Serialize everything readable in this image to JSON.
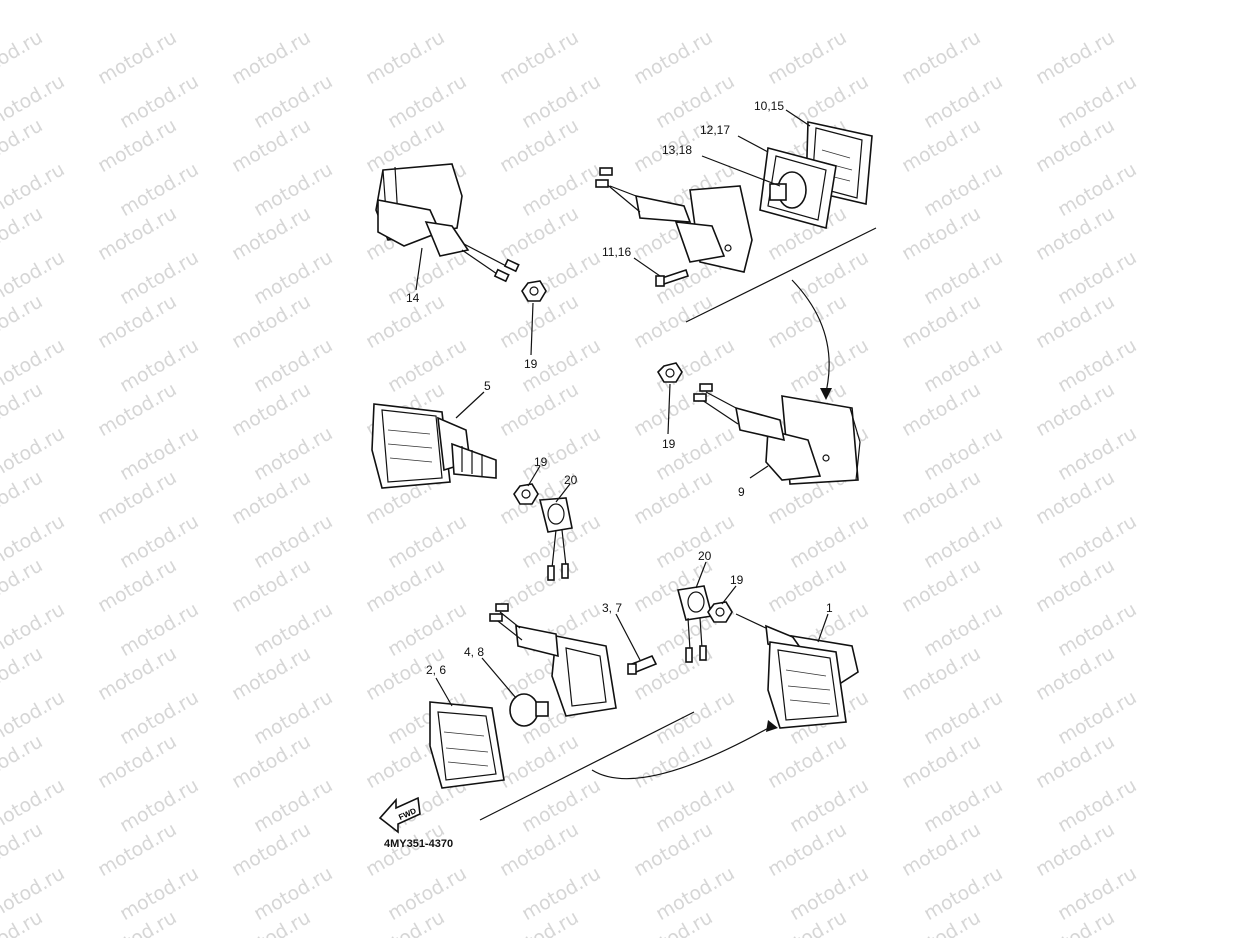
{
  "watermark": {
    "text": "motod.ru"
  },
  "diagram_code": "4MY351-4370",
  "forward_label": "FWD",
  "callouts": [
    {
      "id": "c14",
      "text": "14"
    },
    {
      "id": "c19a",
      "text": "19"
    },
    {
      "id": "c1015",
      "text": "10,15"
    },
    {
      "id": "c1217",
      "text": "12,17"
    },
    {
      "id": "c1318",
      "text": "13,18"
    },
    {
      "id": "c1116",
      "text": "11,16"
    },
    {
      "id": "c5",
      "text": "5"
    },
    {
      "id": "c19b",
      "text": "19"
    },
    {
      "id": "c19c",
      "text": "19"
    },
    {
      "id": "c20a",
      "text": "20"
    },
    {
      "id": "c9",
      "text": "9"
    },
    {
      "id": "c20b",
      "text": "20"
    },
    {
      "id": "c19d",
      "text": "19"
    },
    {
      "id": "c1",
      "text": "1"
    },
    {
      "id": "c37",
      "text": "3, 7"
    },
    {
      "id": "c48",
      "text": "4, 8"
    },
    {
      "id": "c26",
      "text": "2, 6"
    }
  ]
}
